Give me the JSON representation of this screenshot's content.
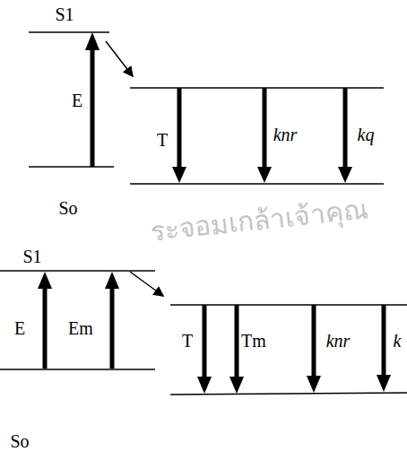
{
  "diagram": {
    "labels": [
      "S1",
      "E",
      "So",
      "T",
      "knr",
      "kq",
      "ระจอมเกล้าเจ้าคุณ",
      "S1",
      "E",
      "Em",
      "So",
      "T",
      "Tm",
      "knr",
      "k"
    ]
  }
}
